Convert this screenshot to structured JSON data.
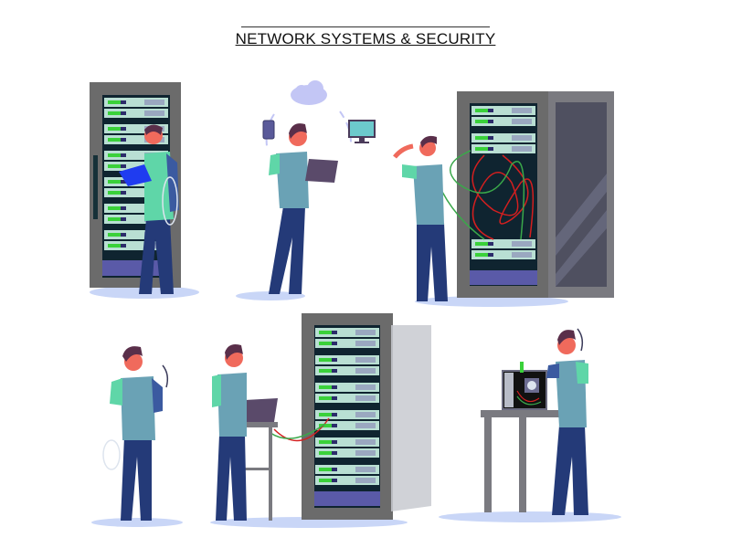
{
  "header": {
    "title": "NETWORK SYSTEMS & SECURITY"
  },
  "palette": {
    "rack_frame": "#6b6b6b",
    "rack_inner": "#0f2430",
    "server_unit": "#b9dfd3",
    "server_led": "#3ad13a",
    "shirt": "#6aa2b5",
    "sleeve": "#5fd6a8",
    "pants": "#243a78",
    "hair": "#5a2f4a",
    "skin": "#f06a5c",
    "floor_shadow": "#c9d6f7",
    "cable_red": "#d41f1f",
    "cable_green": "#3aa84a",
    "cloud": "#c3c6f5"
  },
  "illustrations": [
    {
      "id": "engineer-with-clipboard-at-rack"
    },
    {
      "id": "engineer-with-laptop-cloud-sync"
    },
    {
      "id": "engineer-confused-cable-mess"
    },
    {
      "id": "engineer-holding-cable-coil"
    },
    {
      "id": "engineer-laptop-connected-to-rack"
    },
    {
      "id": "engineer-repairing-server-on-table"
    }
  ]
}
